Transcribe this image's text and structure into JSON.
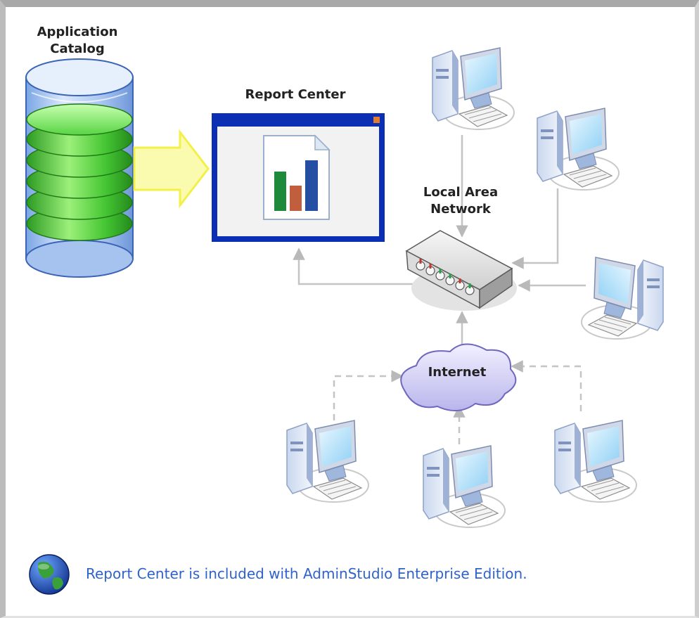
{
  "labels": {
    "catalog_line1": "Application",
    "catalog_line2": "Catalog",
    "report_center": "Report Center",
    "lan_line1": "Local Area",
    "lan_line2": "Network",
    "internet": "Internet"
  },
  "footer": {
    "text": "Report Center is included with AdminStudio Enterprise Edition."
  },
  "colors": {
    "window_border": "#0a2fb5",
    "arrow_fill": "#fbfbb0",
    "arrow_stroke": "#f3f04a",
    "link_text": "#2f63c9",
    "disk_green": "#3fbf2f"
  },
  "icons": [
    "database-icon",
    "report-window-icon",
    "bar-chart-document-icon",
    "network-switch-icon",
    "cloud-icon",
    "computer-icon",
    "globe-icon"
  ]
}
